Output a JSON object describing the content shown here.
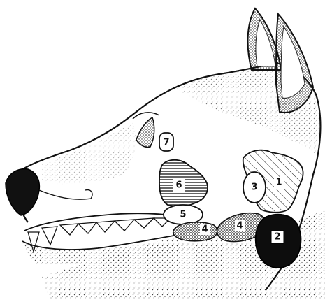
{
  "labels": {
    "n1": "1",
    "n2": "2",
    "n3": "3",
    "n4a": "4",
    "n4b": "4",
    "n5": "5",
    "n6": "6",
    "n7": "7"
  },
  "colors": {
    "ink": "#111111",
    "paper": "#ffffff",
    "region2_fill": "#0d0d0d",
    "region2_text": "#ffffff"
  }
}
